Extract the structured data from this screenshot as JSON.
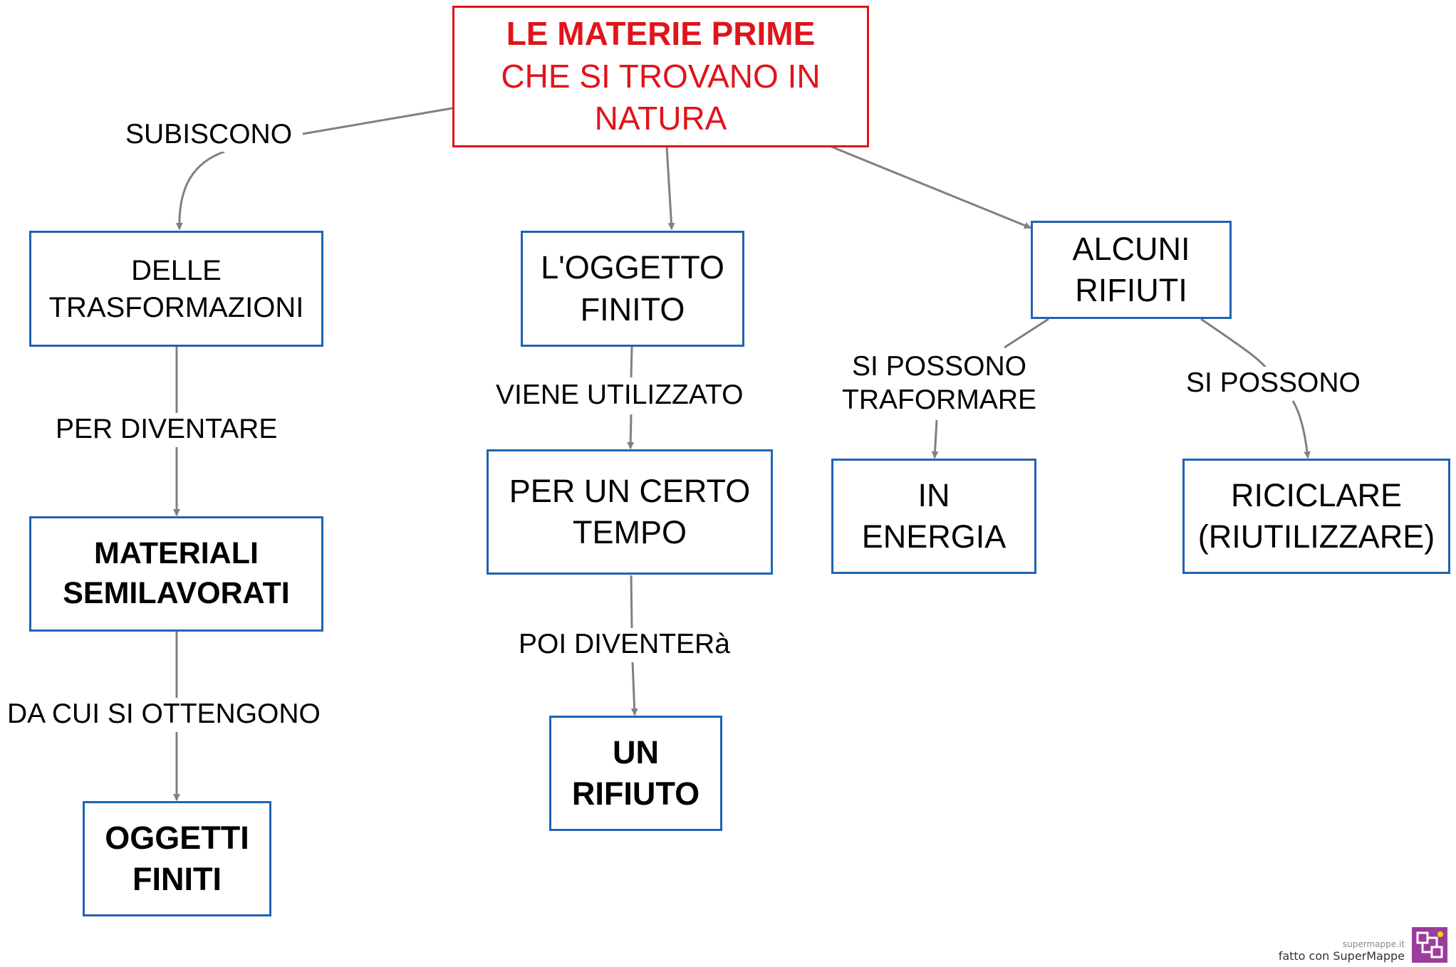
{
  "nodes": {
    "root": [
      "LE  MATERIE  PRIME",
      "CHE SI TROVANO IN",
      "NATURA"
    ],
    "trasformazioni": [
      "DELLE",
      "TRASFORMAZIONI"
    ],
    "semilavorati": [
      "MATERIALI",
      "SEMILAVORATI"
    ],
    "oggetti_finiti": [
      "OGGETTI",
      "FINITI"
    ],
    "oggetto_finito": [
      "L'OGGETTO",
      "FINITO"
    ],
    "certo_tempo": [
      "PER UN CERTO",
      "TEMPO"
    ],
    "rifiuto": [
      "UN",
      "RIFIUTO"
    ],
    "alcuni_rifiuti": [
      "ALCUNI",
      "RIFIUTI"
    ],
    "energia": [
      "IN",
      "ENERGIA"
    ],
    "riciclare": [
      "RICICLARE",
      "(RIUTILIZZARE)"
    ]
  },
  "labels": {
    "subiscono": "SUBISCONO",
    "per_diventare": "PER DIVENTARE",
    "da_cui": "DA CUI SI OTTENGONO",
    "viene_utilizzato": "VIENE UTILIZZATO",
    "poi_diventera": "POI DIVENTERà",
    "si_possono_trasformare": [
      "SI POSSONO",
      "TRAFORMARE"
    ],
    "si_possono": "SI POSSONO"
  },
  "watermark": {
    "site": "supermappe.it",
    "made_with": "fatto con SuperMappe"
  },
  "colors": {
    "root_border": "#e0141b",
    "root_text": "#e0141b",
    "node_border": "#1f64b4",
    "connector": "#808080",
    "logo": "#9c3c9c"
  }
}
